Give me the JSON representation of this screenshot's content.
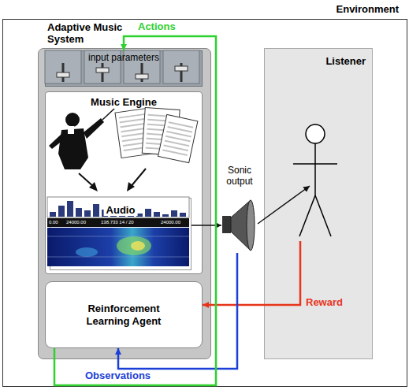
{
  "diagram": {
    "nodes": [
      {
        "text": [
          "Environment"
        ]
      },
      {
        "text": [
          "Adaptive Music System"
        ],
        "in": 0
      },
      {
        "text": [
          "input parameters"
        ],
        "in": 1
      },
      {
        "text": [
          "Music Engine"
        ],
        "in": 1
      },
      {
        "text": [
          "Audio"
        ],
        "in": 3
      },
      {
        "text": [
          "Reinforcement Learning Agent"
        ],
        "in": 1
      },
      {
        "text": [
          "Sonic output"
        ],
        "in": 0
      },
      {
        "text": [
          "Listener"
        ],
        "in": 0
      }
    ],
    "edges": [
      {
        "from": 4,
        "to": 6,
        "arrow": "to"
      },
      {
        "from": 6,
        "to": 7,
        "arrow": "to"
      },
      {
        "from": 7,
        "to": 5,
        "label": "Reward",
        "arrow": "to"
      },
      {
        "from": 6,
        "to": 5,
        "label": "Observations",
        "arrow": "to"
      },
      {
        "from": 5,
        "to": 2,
        "label": "Actions",
        "arrow": "to"
      }
    ],
    "labels": [
      "0.00",
      "24000.00",
      "138.733 14 / 20",
      "24000.00"
    ]
  }
}
